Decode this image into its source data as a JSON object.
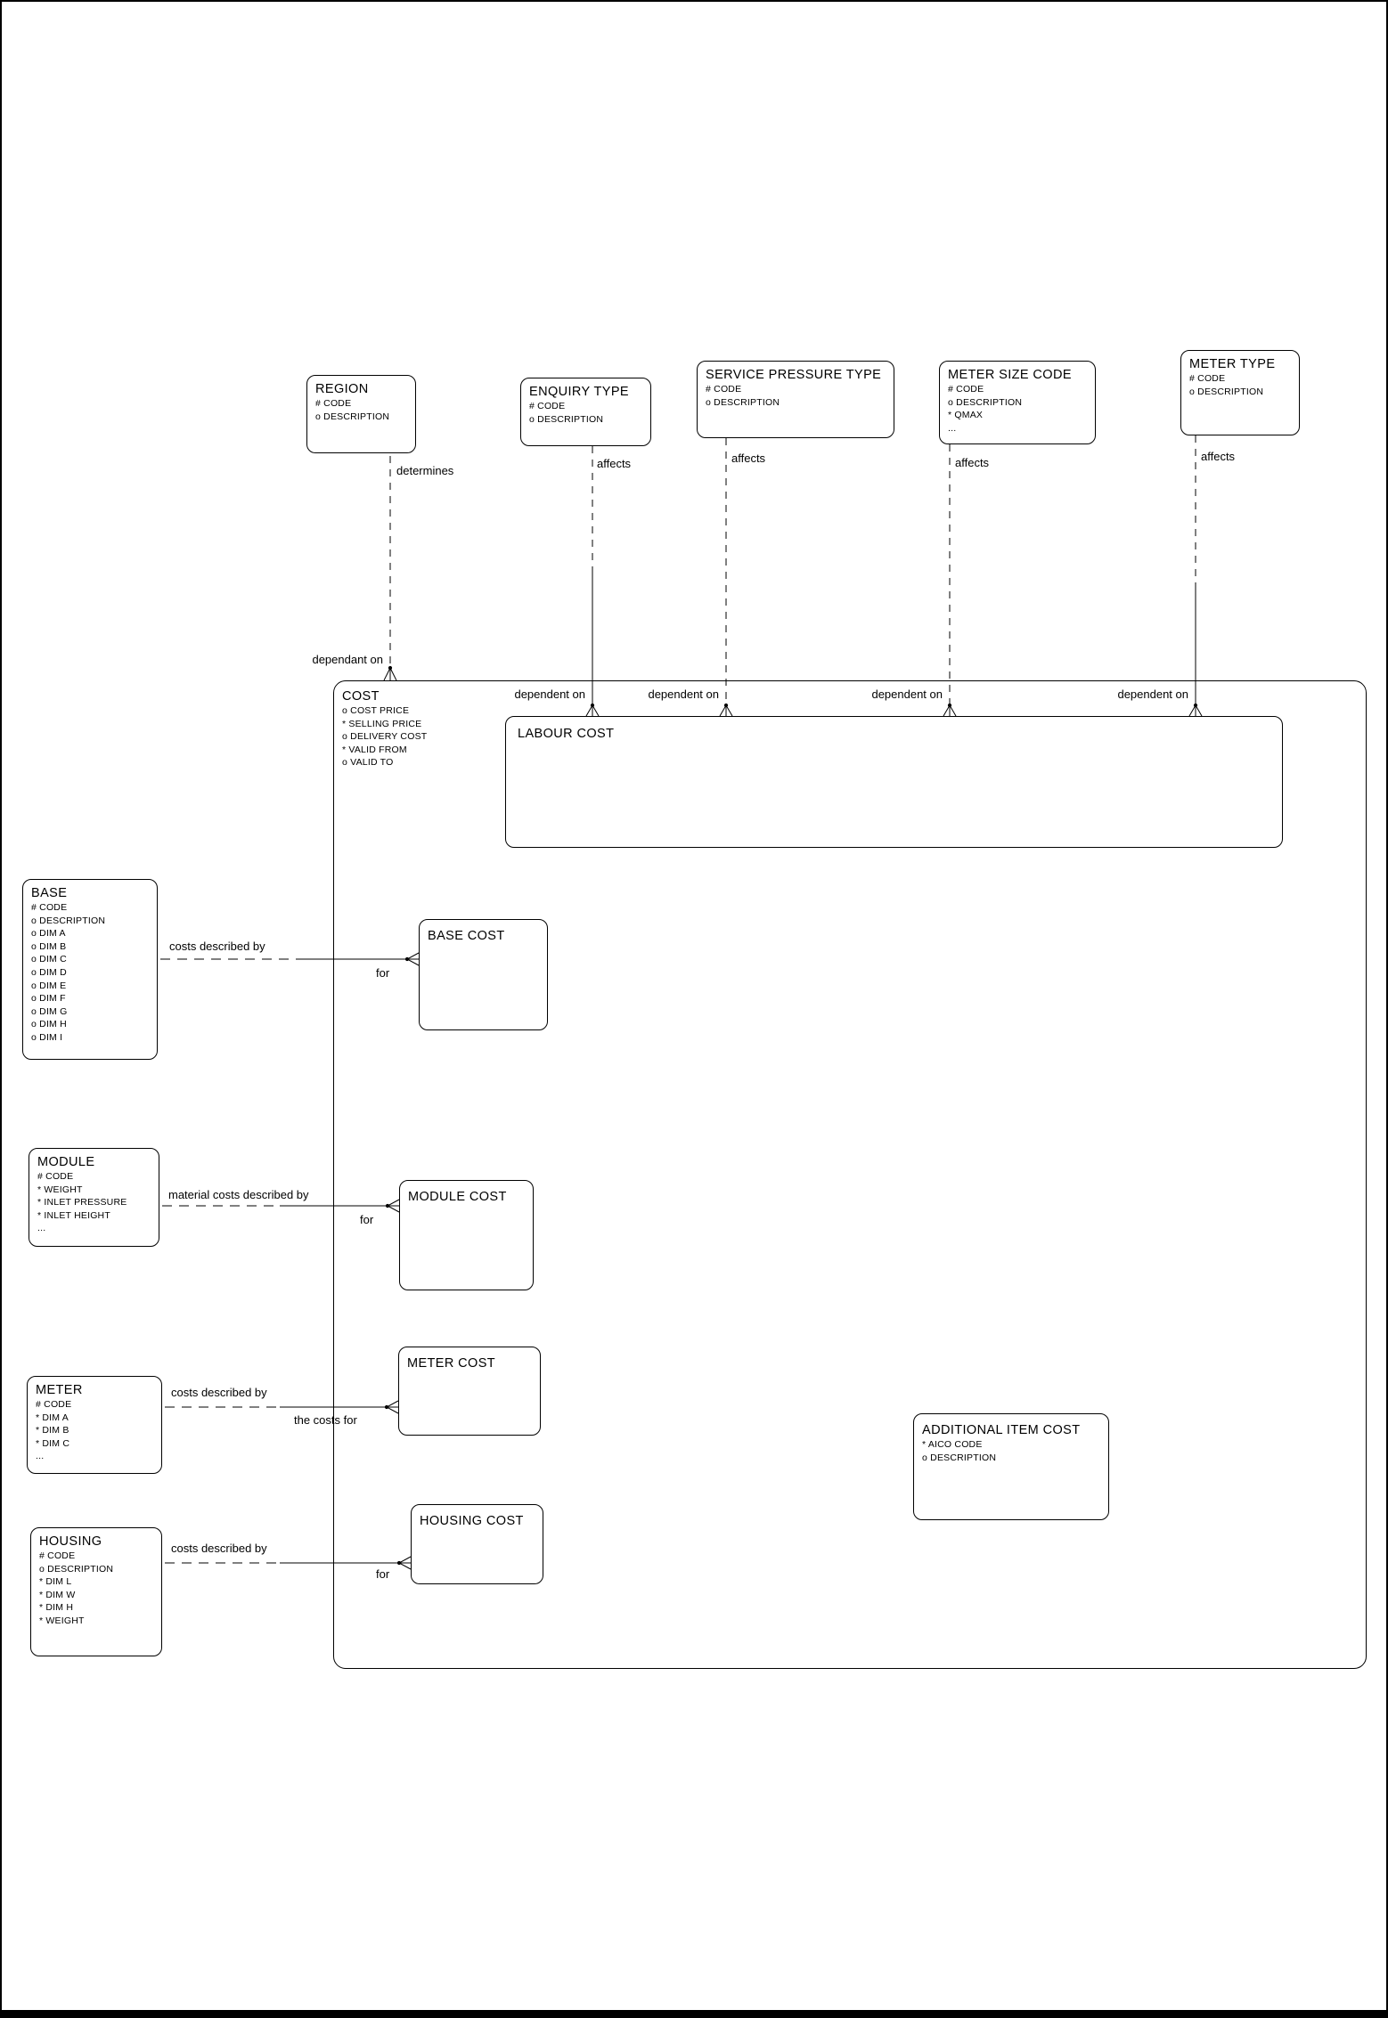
{
  "entities": {
    "region": {
      "title": "REGION",
      "attrs": [
        "# CODE",
        "o DESCRIPTION"
      ]
    },
    "enquiry_type": {
      "title": "ENQUIRY TYPE",
      "attrs": [
        "# CODE",
        "o DESCRIPTION"
      ]
    },
    "service_pressure_type": {
      "title": "SERVICE PRESSURE TYPE",
      "attrs": [
        "# CODE",
        "o DESCRIPTION"
      ]
    },
    "meter_size_code": {
      "title": "METER SIZE CODE",
      "attrs": [
        "# CODE",
        "o DESCRIPTION",
        "* QMAX",
        "..."
      ]
    },
    "meter_type": {
      "title": "METER TYPE",
      "attrs": [
        "# CODE",
        "o DESCRIPTION"
      ]
    },
    "cost": {
      "title": "COST",
      "attrs": [
        "o COST PRICE",
        "* SELLING PRICE",
        "o DELIVERY COST",
        "* VALID FROM",
        "o VALID TO"
      ]
    },
    "labour_cost": {
      "title": "LABOUR COST"
    },
    "base": {
      "title": "BASE",
      "attrs": [
        "# CODE",
        "o DESCRIPTION",
        "o DIM A",
        "o DIM B",
        "o DIM C",
        "o DIM D",
        "o DIM E",
        "o DIM F",
        "o DIM G",
        "o DIM H",
        "o DIM I"
      ]
    },
    "base_cost": {
      "title": "BASE COST"
    },
    "module": {
      "title": "MODULE",
      "attrs": [
        "# CODE",
        "* WEIGHT",
        "* INLET PRESSURE",
        "* INLET HEIGHT",
        "..."
      ]
    },
    "module_cost": {
      "title": "MODULE COST"
    },
    "meter": {
      "title": "METER",
      "attrs": [
        "# CODE",
        "* DIM A",
        "* DIM B",
        "* DIM C",
        "..."
      ]
    },
    "meter_cost": {
      "title": "METER COST"
    },
    "housing": {
      "title": "HOUSING",
      "attrs": [
        "# CODE",
        "o DESCRIPTION",
        "* DIM L",
        "* DIM W",
        "* DIM H",
        "* WEIGHT"
      ]
    },
    "housing_cost": {
      "title": "HOUSING COST"
    },
    "additional_item_cost": {
      "title": "ADDITIONAL ITEM COST",
      "attrs": [
        "* AICO CODE",
        "o DESCRIPTION"
      ]
    }
  },
  "labels": {
    "determines": "determines",
    "dependant_on": "dependant on",
    "affects": "affects",
    "dependent_on": "dependent on",
    "costs_described_by": "costs described by",
    "material_costs_described_by": "material costs described by",
    "the_costs_for": "the costs for",
    "for": "for"
  },
  "colors": {
    "line": "#000000",
    "background": "#ffffff"
  }
}
